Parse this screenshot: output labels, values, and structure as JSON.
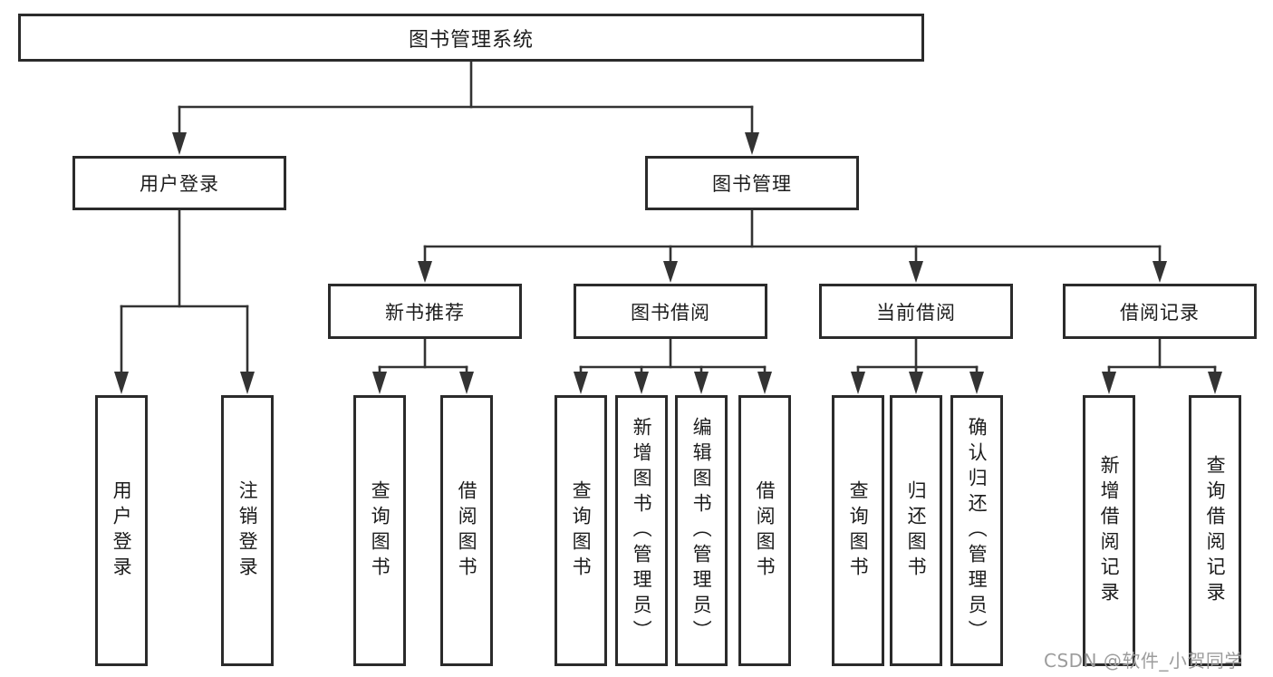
{
  "diagram": {
    "type": "hierarchy-tree",
    "root": {
      "label": "图书管理系统"
    },
    "branches": [
      {
        "label": "用户登录",
        "children": [
          {
            "label": "用户登录"
          },
          {
            "label": "注销登录"
          }
        ]
      },
      {
        "label": "图书管理",
        "children": [
          {
            "label": "新书推荐",
            "children": [
              {
                "label": "查询图书"
              },
              {
                "label": "借阅图书"
              }
            ]
          },
          {
            "label": "图书借阅",
            "children": [
              {
                "label": "查询图书"
              },
              {
                "label": "新增图书（管理员）"
              },
              {
                "label": "编辑图书（管理员）"
              },
              {
                "label": "借阅图书"
              }
            ]
          },
          {
            "label": "当前借阅",
            "children": [
              {
                "label": "查询图书"
              },
              {
                "label": "归还图书"
              },
              {
                "label": "确认归还（管理员）"
              }
            ]
          },
          {
            "label": "借阅记录",
            "children": [
              {
                "label": "新增借阅记录"
              },
              {
                "label": "查询借阅记录"
              }
            ]
          }
        ]
      }
    ]
  },
  "colors": {
    "line": "#333333",
    "box_border": "#2b2b2b",
    "text": "#1c1c1c",
    "watermark": "#9c9c9c",
    "background": "#ffffff"
  },
  "watermark": {
    "text": "CSDN @软件_小贺同学"
  }
}
